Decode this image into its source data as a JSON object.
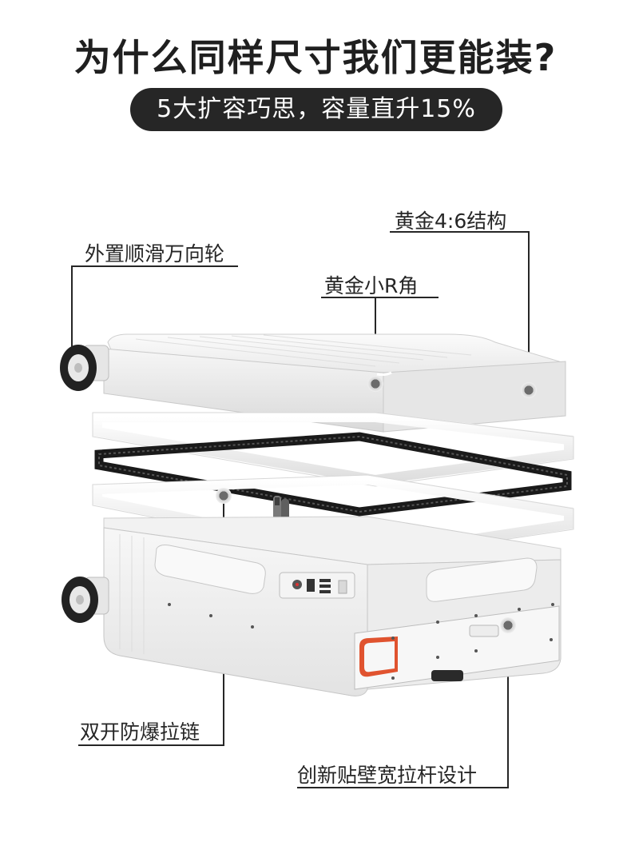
{
  "headline": {
    "title": "为什么同样尺寸我们更能装?",
    "subtitle": "5大扩容巧思，容量直升15%"
  },
  "callouts": {
    "wheels": "外置顺滑万向轮",
    "structure": "黄金4:6结构",
    "corner": "黄金小R角",
    "zipper": "双开防爆拉链",
    "trolley": "创新贴壁宽拉杆设计"
  },
  "colors": {
    "text": "#262626",
    "pill": "#262626",
    "shell": "#f4f4f4",
    "zipper": "#1a1a1a",
    "accent": "#e0532f"
  }
}
